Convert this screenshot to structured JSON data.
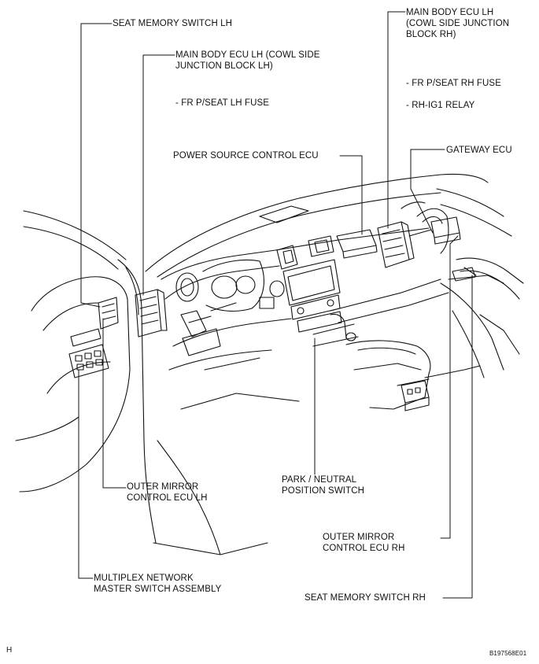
{
  "labels": {
    "seat_memory_switch_lh": "SEAT MEMORY SWITCH LH",
    "main_body_ecu_lh_cowl": {
      "line1": "MAIN BODY ECU LH (COWL SIDE",
      "line2": "JUNCTION BLOCK LH)"
    },
    "fr_pseat_lh_fuse": "- FR P/SEAT LH FUSE",
    "main_body_ecu_lh_rh": {
      "line1": "MAIN BODY ECU LH",
      "line2": "(COWL SIDE JUNCTION",
      "line3": "BLOCK RH)"
    },
    "fr_pseat_rh_fuse": "- FR P/SEAT RH FUSE",
    "rh_ig1_relay": "- RH-IG1 RELAY",
    "power_source_control_ecu": "POWER SOURCE CONTROL ECU",
    "gateway_ecu": "GATEWAY ECU",
    "outer_mirror_control_ecu_lh": {
      "line1": "OUTER MIRROR",
      "line2": "CONTROL ECU LH"
    },
    "park_neutral_position_switch": {
      "line1": "PARK / NEUTRAL",
      "line2": "POSITION SWITCH"
    },
    "outer_mirror_control_ecu_rh": {
      "line1": "OUTER MIRROR",
      "line2": "CONTROL ECU RH"
    },
    "multiplex_network_master_switch": {
      "line1": "MULTIPLEX NETWORK",
      "line2": "MASTER SWITCH ASSEMBLY"
    },
    "seat_memory_switch_rh": "SEAT MEMORY SWITCH RH"
  },
  "corner_marks": {
    "left": "H",
    "right": "B197568E01"
  },
  "colors": {
    "ink": "#111111",
    "background": "#ffffff"
  }
}
